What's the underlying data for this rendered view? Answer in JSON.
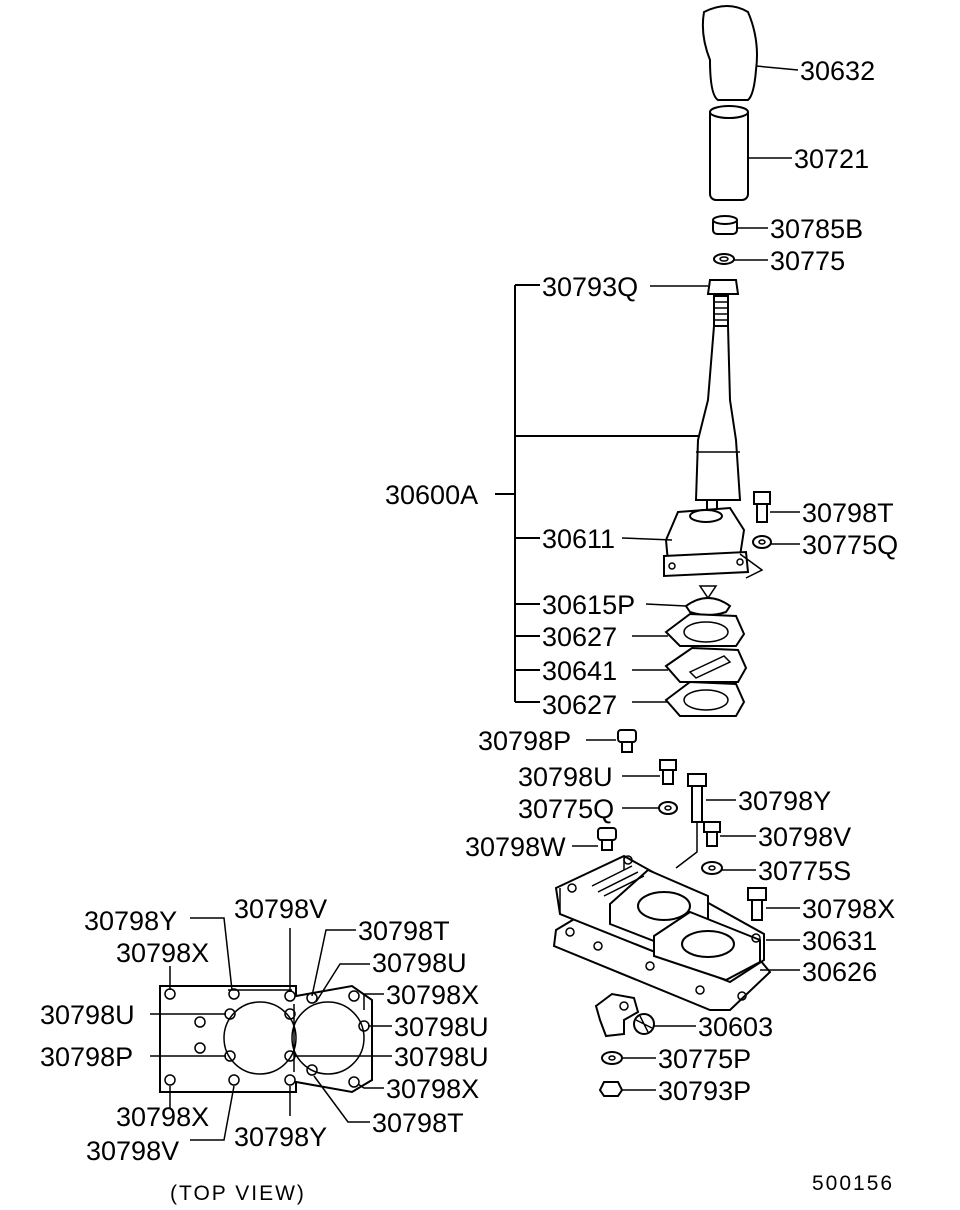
{
  "labels": {
    "p30632": "30632",
    "p30721": "30721",
    "p30785B": "30785B",
    "p30775": "30775",
    "p30793Q": "30793Q",
    "p30600A": "30600A",
    "p30798T": "30798T",
    "p30611": "30611",
    "p30775Q": "30775Q",
    "p30615P": "30615P",
    "p30627a": "30627",
    "p30641": "30641",
    "p30627b": "30627",
    "p30798P": "30798P",
    "p30798U": "30798U",
    "p30775Q2": "30775Q",
    "p30798Y": "30798Y",
    "p30798V": "30798V",
    "p30798W": "30798W",
    "p30775S": "30775S",
    "p30798X": "30798X",
    "p30631": "30631",
    "p30626": "30626",
    "p30603": "30603",
    "p30775P": "30775P",
    "p30793P": "30793P"
  },
  "top_view": {
    "caption": "(TOP VIEW)",
    "y_top": "30798Y",
    "v_top": "30798V",
    "t_top": "30798T",
    "x_left": "30798X",
    "u_right_top": "30798U",
    "u_left": "30798U",
    "x_right_top": "30798X",
    "u_right_mid": "30798U",
    "p_left": "30798P",
    "u_right_low": "30798U",
    "x_right_bot": "30798X",
    "x_bot_left": "30798X",
    "y_bot": "30798Y",
    "t_bot": "30798T",
    "v_bot": "30798V"
  },
  "code": "500156"
}
